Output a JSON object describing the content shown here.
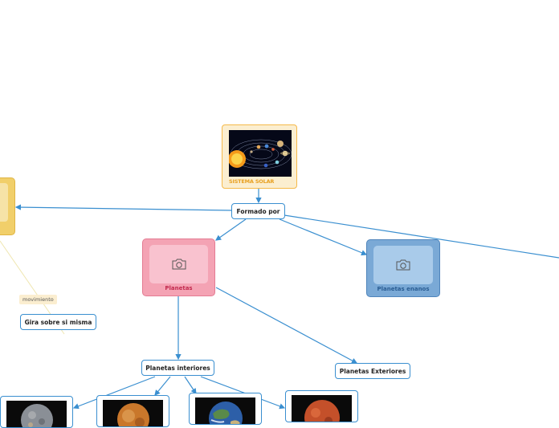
{
  "root": {
    "title": "SISTEMA SOLAR"
  },
  "nodes": {
    "formado_por": "Formado por",
    "planetas": "Planetas",
    "planetas_enanos": "Planetas enanos",
    "planetas_interiores": "Planetas interiores",
    "planetas_exteriores": "Planetas Exteriores",
    "gira_sobre_si_misma": "Gira sobre si misma",
    "movimiento": "movimiento"
  },
  "icons": {
    "camera": "camera-icon"
  },
  "colors": {
    "connector": "#3a8fd0",
    "root_bg": "#fbeed0",
    "root_border": "#f5b94a",
    "root_text": "#e8a020",
    "planetas_bg": "#f4a3b4",
    "planetas_text": "#c22b4f",
    "enanos_bg": "#7aa9d6",
    "enanos_text": "#2a5d93",
    "yellow_card": "#f1cf6a"
  }
}
